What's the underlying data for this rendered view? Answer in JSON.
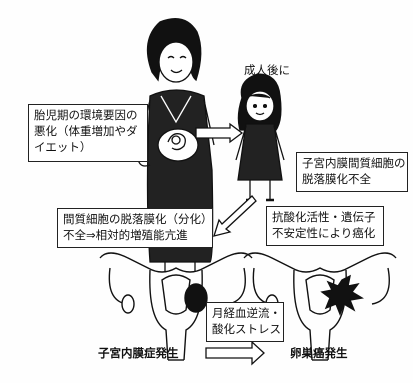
{
  "label_after_adult": "成人後に",
  "box_fetal": [
    "胎児期の環境要因の",
    "悪化（体重増加やダ",
    "イエット）"
  ],
  "box_decidual_failure": [
    "子宮内膜間質細胞の",
    "脱落膜化不全"
  ],
  "box_stromal": [
    "間質細胞の脱落膜化（分化）",
    "不全⇒相対的増殖能亢進"
  ],
  "box_antioxidant": [
    "抗酸化活性・遺伝子",
    "不安定性により癌化"
  ],
  "box_retrograde": [
    "月経血逆流・",
    "酸化ストレス"
  ],
  "label_endometriosis": "子宮内膜症発生",
  "label_ovarian_cancer": "卵巣癌発生"
}
